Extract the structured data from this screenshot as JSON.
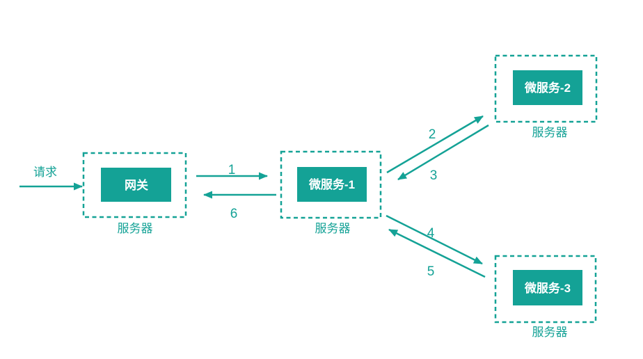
{
  "colors": {
    "accent": "#14A296",
    "node_fill": "#14A296",
    "node_text_color": "#FFFFFF",
    "background": "#FFFFFF"
  },
  "request": {
    "label": "请求"
  },
  "nodes": {
    "gateway": {
      "title": "网关",
      "server_label": "服务器"
    },
    "ms1": {
      "title": "微服务-1",
      "server_label": "服务器"
    },
    "ms2": {
      "title": "微服务-2",
      "server_label": "服务器"
    },
    "ms3": {
      "title": "微服务-3",
      "server_label": "服务器"
    }
  },
  "edges": [
    {
      "label": "1",
      "from": "gateway",
      "to": "ms1"
    },
    {
      "label": "2",
      "from": "ms1",
      "to": "ms2"
    },
    {
      "label": "3",
      "from": "ms2",
      "to": "ms1"
    },
    {
      "label": "4",
      "from": "ms1",
      "to": "ms3"
    },
    {
      "label": "5",
      "from": "ms3",
      "to": "ms1"
    },
    {
      "label": "6",
      "from": "ms1",
      "to": "gateway"
    }
  ]
}
